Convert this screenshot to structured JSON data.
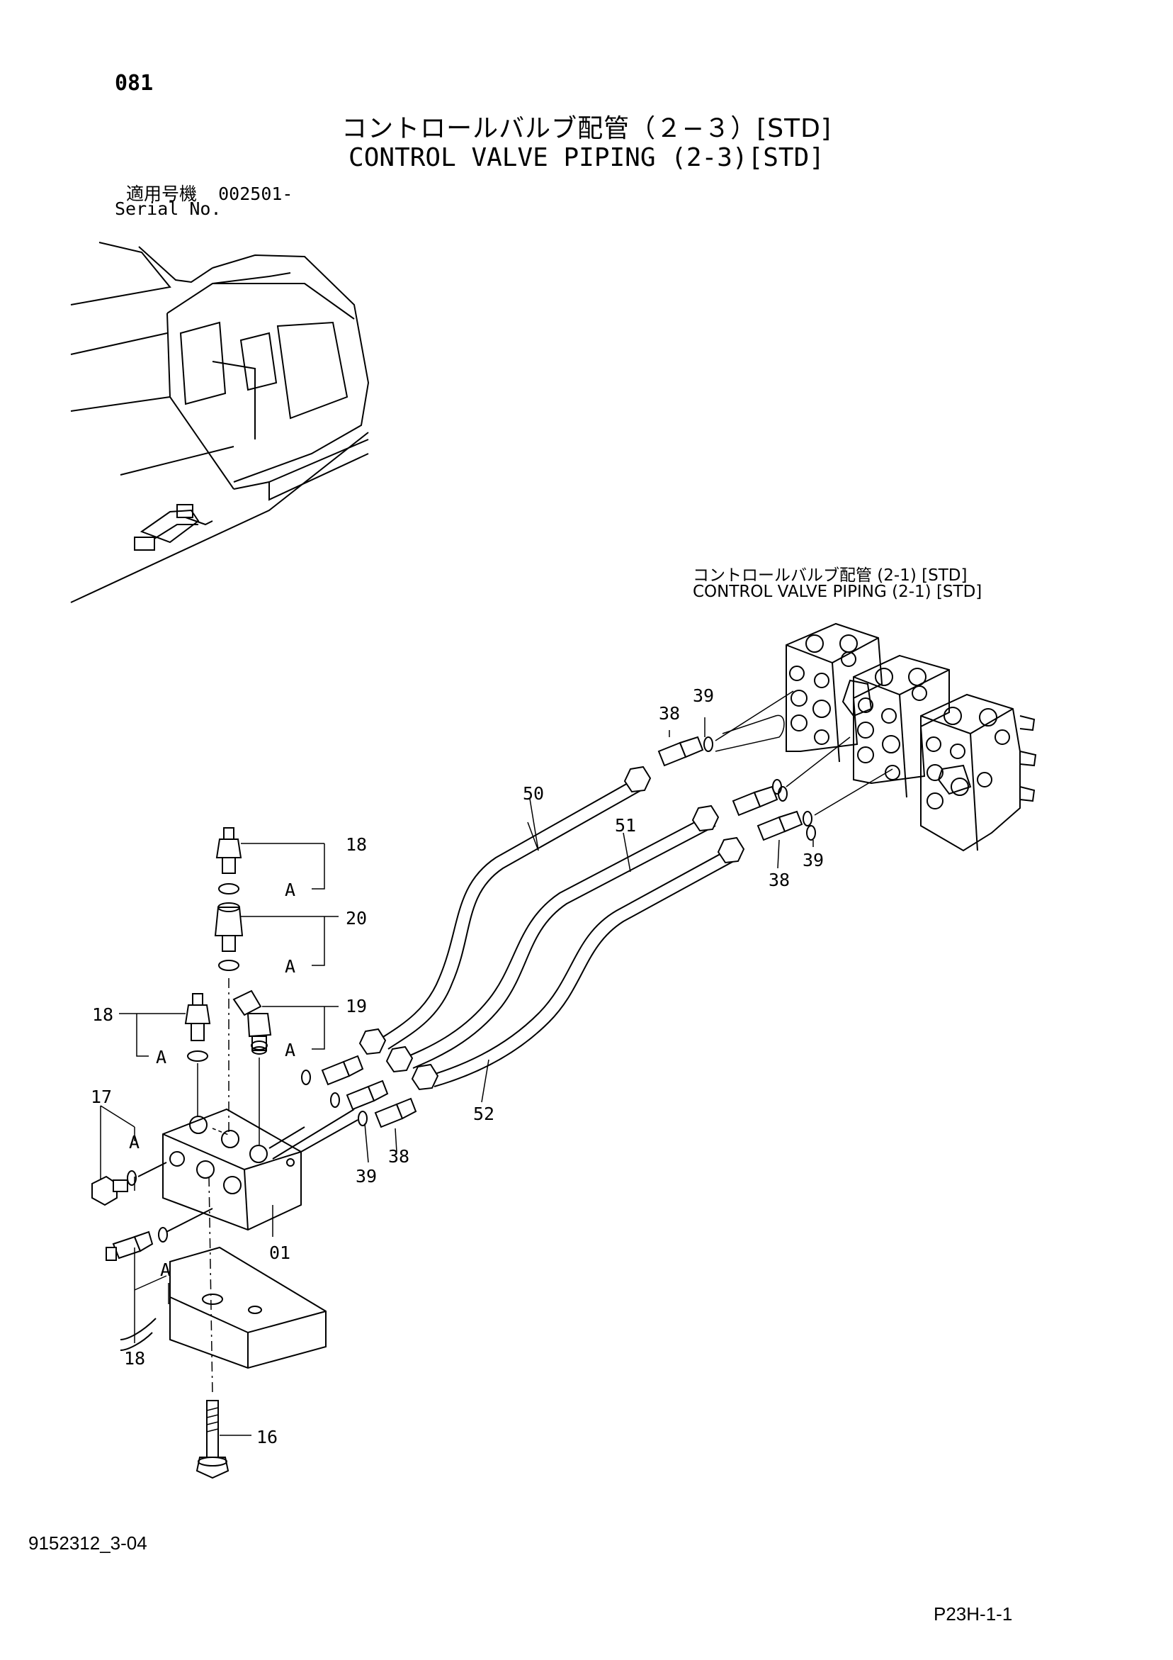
{
  "header": {
    "page_number": "081",
    "title_jp": "コントロールバルブ配管（２−３）[STD]",
    "title_en": "CONTROL VALVE PIPING (2-3)[STD]",
    "serial_label_jp": "適用号機",
    "serial_value": "002501-",
    "serial_label_en": "Serial No."
  },
  "reference": {
    "jp": "コントロールバルブ配管 (2-1) [STD]",
    "en": "CONTROL  VALVE  PIPING (2-1) [STD]"
  },
  "callouts": {
    "c01": "01",
    "c16": "16",
    "c17": "17",
    "c18a": "18",
    "c18b": "18",
    "c18c": "18",
    "c19": "19",
    "c20": "20",
    "c38a": "38",
    "c38b": "38",
    "c38c": "38",
    "c39a": "39",
    "c39b": "39",
    "c39c": "39",
    "c50": "50",
    "c51": "51",
    "c52": "52",
    "a1": "A",
    "a2": "A",
    "a3": "A",
    "a4": "A",
    "a5": "A",
    "a6": "A"
  },
  "footer": {
    "doc_code": "9152312_3-04",
    "page_code": "P23H-1-1"
  }
}
